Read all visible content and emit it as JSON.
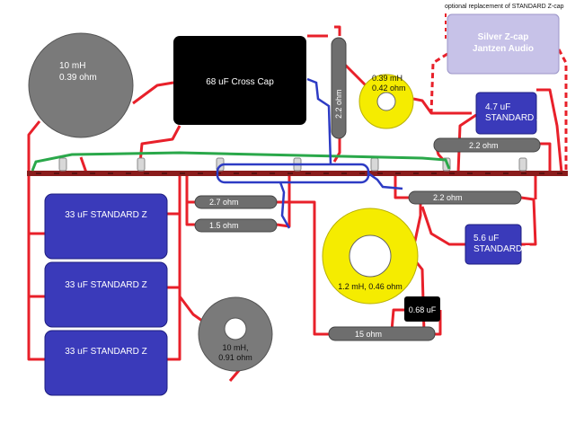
{
  "note": "optional replacement of STANDARD Z-cap",
  "components": {
    "big_inductor": "10 mH",
    "big_inductor_r": "0.39 ohm",
    "cross_cap": "68 uF Cross Cap",
    "vert_res": "2.2 ohm",
    "small_coil_l": "0.39 mH",
    "small_coil_r": "0.42 ohm",
    "silver_cap_1": "Silver Z-cap",
    "silver_cap_2": "Jantzen Audio",
    "cap_47_1": "4.7 uF",
    "cap_47_2": "STANDARD Z",
    "res_22_top": "2.2 ohm",
    "res_27": "2.7 ohm",
    "res_15": "1.5 ohm",
    "res_22_right": "2.2 ohm",
    "cap_33_a": "33 uF STANDARD Z",
    "cap_33_b": "33 uF STANDARD Z",
    "cap_33_c": "33 uF STANDARD Z",
    "coil_12_1": "1.2 mH, 0.46 ohm",
    "cap_56_1": "5.6 uF",
    "cap_56_2": "STANDARD Z",
    "cap_068": "0.68 uF",
    "coil_10_1": "10 mH,",
    "coil_10_2": "0.91 ohm",
    "res_15ohm": "15 ohm"
  },
  "colors": {
    "wire_red": "#e8202a",
    "wire_blue": "#2d3bc4",
    "wire_green": "#2aa84a",
    "board": "#8a1c1c",
    "cap_blue": "#3a3aba",
    "resistor_gray": "#6e6e6e",
    "coil_yellow": "#f5ec00",
    "silver": "#c7c2e8"
  }
}
